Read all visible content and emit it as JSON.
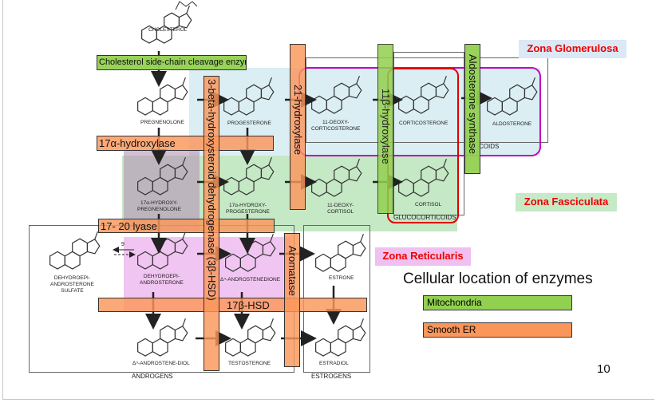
{
  "colors": {
    "mitochondria": "#92d050",
    "smooth_er": "#fb965a",
    "glomerulosa_bg": "#dbeef3",
    "fasciculata_bg": "#c5e8c5",
    "reticularis_bg": "#eebbee",
    "zone_text": "#e00000",
    "mineralocorticoid_outline": "#c000c0",
    "glucocorticoid_outline": "#e00000"
  },
  "zones": {
    "glomerulosa": "Zona Glomerulosa",
    "fasciculata": "Zona Fasciculata",
    "reticularis": "Zona Reticularis"
  },
  "enzymes": {
    "scc": "Cholesterol side-chain cleavage enzyme",
    "hsd3b": "3-beta-hydroxysteroid dehydrogenase (3β-HSD)",
    "hydroxylase17a": "17α-hydroxylase",
    "hydroxylase21": "21-hydroxylase",
    "hydroxylase11b": "11β-hydroxylase",
    "aldosterone_synthase": "Aldosterone synthase",
    "lyase": "17- 20 lyase",
    "hsd17b": "17β-HSD",
    "aromatase": "Aromatase"
  },
  "compounds": {
    "cholesterol": "CHOLESTEROL",
    "pregnenolone": "PREGNENOLONE",
    "progesterone": "PROGESTERONE",
    "deoxycorticosterone": "11-DEOXY-\nCORTICOSTERONE",
    "corticosterone": "CORTICOSTERONE",
    "aldosterone": "ALDOSTERONE",
    "oh_pregnenolone": "17α-HYDROXY-\nPREGNENOLONE",
    "oh_progesterone": "17α-HYDROXY-\nPROGESTERONE",
    "deoxycortisol": "11-DEOXY-\nCORTISOL",
    "cortisol": "CORTISOL",
    "dheas": "DEHYDROEPI-\nANDROSTERONE\nSULFATE",
    "dhea": "DEHYDROEPI-\nANDROSTERONE",
    "androstenedione": "Δ⁴-ANDROSTENEDIONE",
    "estrone": "ESTRONE",
    "androstenediol": "Δ⁵-ANDROSTENE-DIOL",
    "testosterone": "TESTOSTERONE",
    "estradiol": "ESTRADIOL"
  },
  "groups": {
    "mineralocorticoids": "COIDS",
    "glucocorticoids": "GLUCOCORTICOIDS",
    "androgens": "ANDROGENS",
    "estrogens": "ESTROGENS"
  },
  "sulfatase_step": "9",
  "legend": {
    "title": "Cellular location of enzymes",
    "mitochondria": "Mitochondria",
    "smooth_er": "Smooth ER"
  },
  "page_number": "10"
}
